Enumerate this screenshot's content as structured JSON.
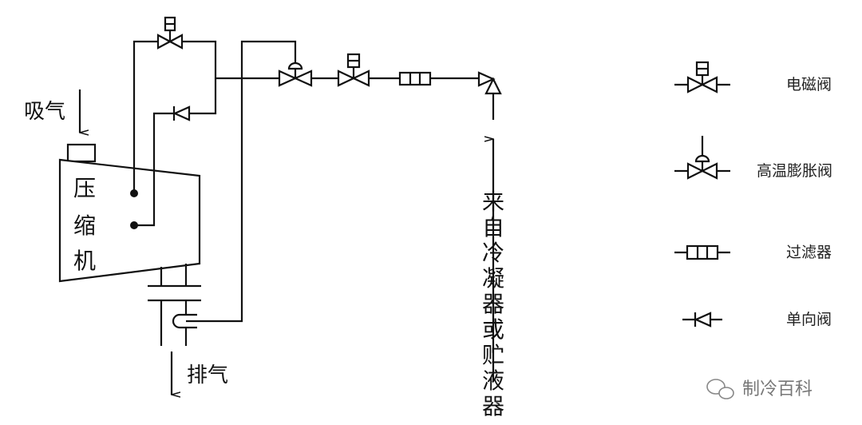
{
  "diagram": {
    "compressor_label": [
      "压",
      "缩",
      "机"
    ],
    "suction_label": "吸气",
    "discharge_label": "排气",
    "inlet_label": [
      "来",
      "自",
      "冷",
      "凝",
      "器",
      "或",
      "贮",
      "液",
      "器"
    ]
  },
  "legend": [
    {
      "icon": "solenoid-valve-icon",
      "label": "电磁阀"
    },
    {
      "icon": "thermostatic-expansion-valve-icon",
      "label": "高温膨胀阀"
    },
    {
      "icon": "filter-icon",
      "label": "过滤器"
    },
    {
      "icon": "check-valve-icon",
      "label": "单向阀"
    }
  ],
  "watermark": "制冷百科"
}
